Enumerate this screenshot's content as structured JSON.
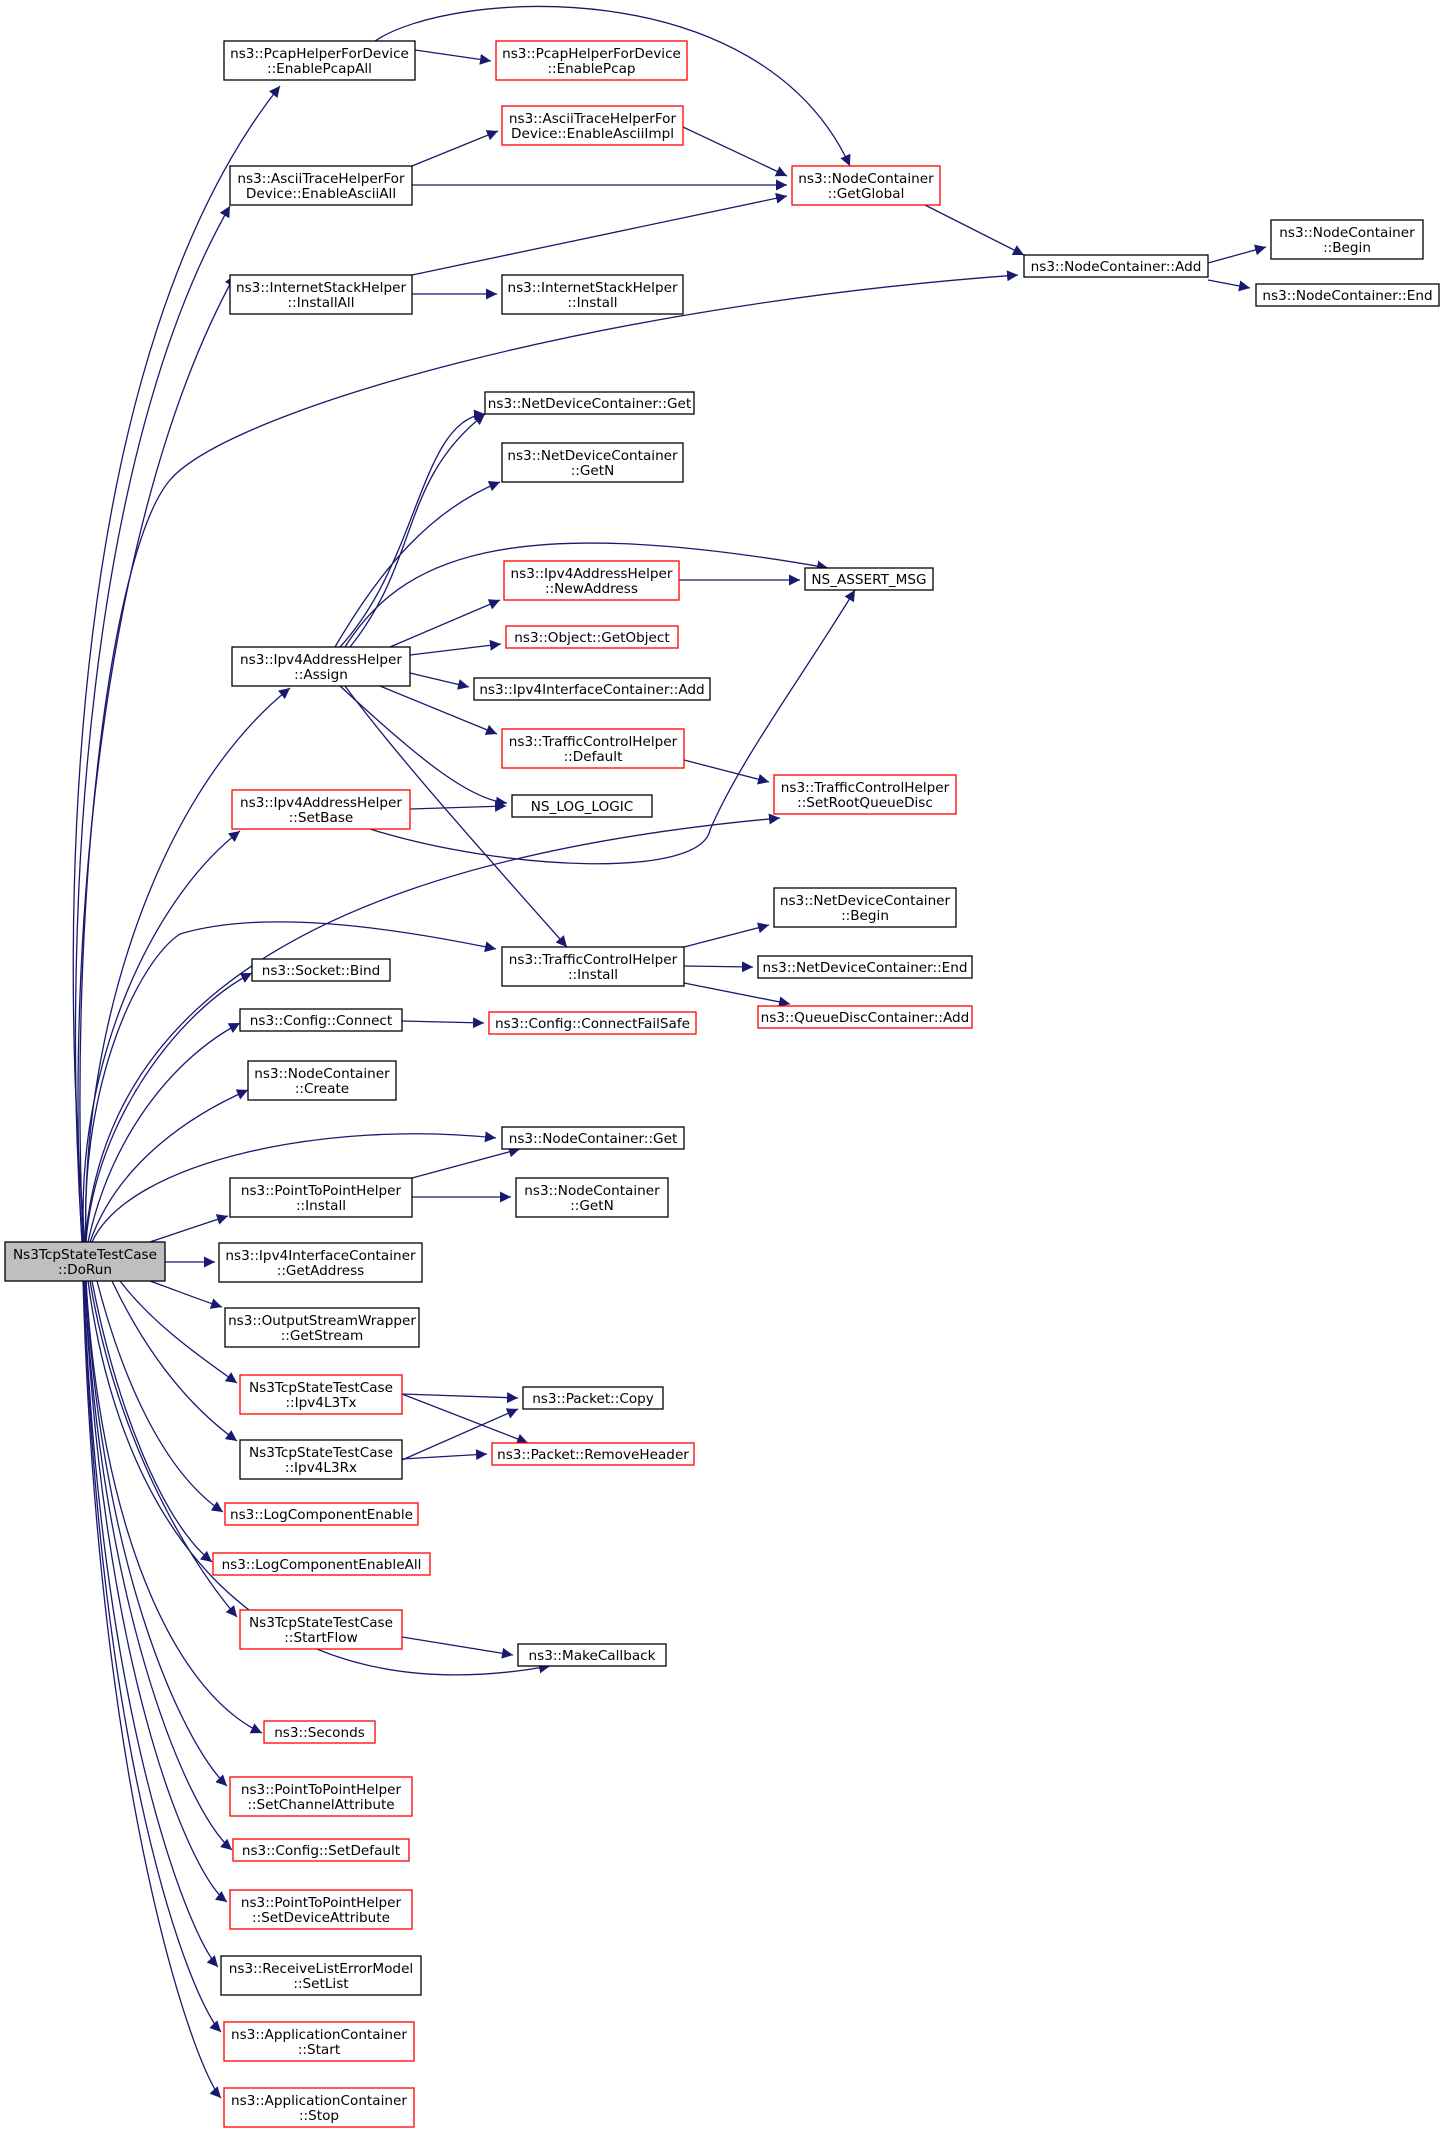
{
  "colors": {
    "edge": "#191970",
    "border_documented": "#000000",
    "border_undocumented": "#ff0000",
    "root_fill": "#bfbfbf",
    "node_fill": "#ffffff"
  },
  "nodes": [
    {
      "id": "root",
      "lines": [
        "Ns3TcpStateTestCase",
        "::DoRun"
      ],
      "style": "root"
    },
    {
      "id": "pcap_all",
      "lines": [
        "ns3::PcapHelperForDevice",
        "::EnablePcapAll"
      ],
      "style": "black"
    },
    {
      "id": "pcap",
      "lines": [
        "ns3::PcapHelperForDevice",
        "::EnablePcap"
      ],
      "style": "red"
    },
    {
      "id": "ascii_all",
      "lines": [
        "ns3::AsciiTraceHelperFor",
        "Device::EnableAsciiAll"
      ],
      "style": "black"
    },
    {
      "id": "ascii_impl",
      "lines": [
        "ns3::AsciiTraceHelperFor",
        "Device::EnableAsciiImpl"
      ],
      "style": "red"
    },
    {
      "id": "nc_global",
      "lines": [
        "ns3::NodeContainer",
        "::GetGlobal"
      ],
      "style": "red"
    },
    {
      "id": "ish_installall",
      "lines": [
        "ns3::InternetStackHelper",
        "::InstallAll"
      ],
      "style": "black"
    },
    {
      "id": "ish_install",
      "lines": [
        "ns3::InternetStackHelper",
        "::Install"
      ],
      "style": "black"
    },
    {
      "id": "nc_add",
      "lines": [
        "ns3::NodeContainer::Add"
      ],
      "style": "black"
    },
    {
      "id": "nc_begin",
      "lines": [
        "ns3::NodeContainer",
        "::Begin"
      ],
      "style": "black"
    },
    {
      "id": "nc_end",
      "lines": [
        "ns3::NodeContainer::End"
      ],
      "style": "black"
    },
    {
      "id": "ndc_get",
      "lines": [
        "ns3::NetDeviceContainer::Get"
      ],
      "style": "black"
    },
    {
      "id": "ndc_getn",
      "lines": [
        "ns3::NetDeviceContainer",
        "::GetN"
      ],
      "style": "black"
    },
    {
      "id": "ipv4_newaddr",
      "lines": [
        "ns3::Ipv4AddressHelper",
        "::NewAddress"
      ],
      "style": "red"
    },
    {
      "id": "ns_assert",
      "lines": [
        "NS_ASSERT_MSG"
      ],
      "style": "black"
    },
    {
      "id": "obj_getobj",
      "lines": [
        "ns3::Object::GetObject"
      ],
      "style": "red"
    },
    {
      "id": "ipv4_assign",
      "lines": [
        "ns3::Ipv4AddressHelper",
        "::Assign"
      ],
      "style": "black"
    },
    {
      "id": "iic_add",
      "lines": [
        "ns3::Ipv4InterfaceContainer::Add"
      ],
      "style": "black"
    },
    {
      "id": "tch_default",
      "lines": [
        "ns3::TrafficControlHelper",
        "::Default"
      ],
      "style": "red"
    },
    {
      "id": "tch_setroot",
      "lines": [
        "ns3::TrafficControlHelper",
        "::SetRootQueueDisc"
      ],
      "style": "red"
    },
    {
      "id": "ipv4_setbase",
      "lines": [
        "ns3::Ipv4AddressHelper",
        "::SetBase"
      ],
      "style": "red"
    },
    {
      "id": "ns_log",
      "lines": [
        "NS_LOG_LOGIC"
      ],
      "style": "black"
    },
    {
      "id": "ndc_begin",
      "lines": [
        "ns3::NetDeviceContainer",
        "::Begin"
      ],
      "style": "black"
    },
    {
      "id": "tch_install",
      "lines": [
        "ns3::TrafficControlHelper",
        "::Install"
      ],
      "style": "black"
    },
    {
      "id": "ndc_end",
      "lines": [
        "ns3::NetDeviceContainer::End"
      ],
      "style": "black"
    },
    {
      "id": "qdc_add",
      "lines": [
        "ns3::QueueDiscContainer::Add"
      ],
      "style": "red"
    },
    {
      "id": "sock_bind",
      "lines": [
        "ns3::Socket::Bind"
      ],
      "style": "black"
    },
    {
      "id": "cfg_connect",
      "lines": [
        "ns3::Config::Connect"
      ],
      "style": "black"
    },
    {
      "id": "cfg_failsafe",
      "lines": [
        "ns3::Config::ConnectFailSafe"
      ],
      "style": "red"
    },
    {
      "id": "nc_create",
      "lines": [
        "ns3::NodeContainer",
        "::Create"
      ],
      "style": "black"
    },
    {
      "id": "nc_get",
      "lines": [
        "ns3::NodeContainer::Get"
      ],
      "style": "black"
    },
    {
      "id": "p2p_install",
      "lines": [
        "ns3::PointToPointHelper",
        "::Install"
      ],
      "style": "black"
    },
    {
      "id": "nc_getn",
      "lines": [
        "ns3::NodeContainer",
        "::GetN"
      ],
      "style": "black"
    },
    {
      "id": "iic_getaddr",
      "lines": [
        "ns3::Ipv4InterfaceContainer",
        "::GetAddress"
      ],
      "style": "black"
    },
    {
      "id": "osw_getstream",
      "lines": [
        "ns3::OutputStreamWrapper",
        "::GetStream"
      ],
      "style": "black"
    },
    {
      "id": "ipv4l3tx",
      "lines": [
        "Ns3TcpStateTestCase",
        "::Ipv4L3Tx"
      ],
      "style": "red"
    },
    {
      "id": "pkt_copy",
      "lines": [
        "ns3::Packet::Copy"
      ],
      "style": "black"
    },
    {
      "id": "ipv4l3rx",
      "lines": [
        "Ns3TcpStateTestCase",
        "::Ipv4L3Rx"
      ],
      "style": "black"
    },
    {
      "id": "pkt_rmhdr",
      "lines": [
        "ns3::Packet::RemoveHeader"
      ],
      "style": "red"
    },
    {
      "id": "log_enable",
      "lines": [
        "ns3::LogComponentEnable"
      ],
      "style": "red"
    },
    {
      "id": "log_enableall",
      "lines": [
        "ns3::LogComponentEnableAll"
      ],
      "style": "red"
    },
    {
      "id": "startflow",
      "lines": [
        "Ns3TcpStateTestCase",
        "::StartFlow"
      ],
      "style": "red"
    },
    {
      "id": "makecb",
      "lines": [
        "ns3::MakeCallback"
      ],
      "style": "black"
    },
    {
      "id": "seconds",
      "lines": [
        "ns3::Seconds"
      ],
      "style": "red"
    },
    {
      "id": "p2p_setchan",
      "lines": [
        "ns3::PointToPointHelper",
        "::SetChannelAttribute"
      ],
      "style": "red"
    },
    {
      "id": "cfg_setdefault",
      "lines": [
        "ns3::Config::SetDefault"
      ],
      "style": "red"
    },
    {
      "id": "p2p_setdev",
      "lines": [
        "ns3::PointToPointHelper",
        "::SetDeviceAttribute"
      ],
      "style": "red"
    },
    {
      "id": "rlem_setlist",
      "lines": [
        "ns3::ReceiveListErrorModel",
        "::SetList"
      ],
      "style": "black"
    },
    {
      "id": "app_start",
      "lines": [
        "ns3::ApplicationContainer",
        "::Start"
      ],
      "style": "red"
    },
    {
      "id": "app_stop",
      "lines": [
        "ns3::ApplicationContainer",
        "::Stop"
      ],
      "style": "red"
    }
  ]
}
